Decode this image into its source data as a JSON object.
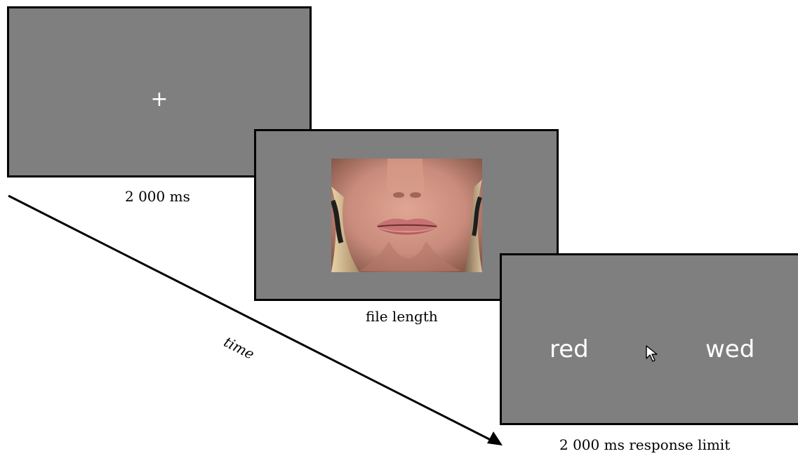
{
  "screens": {
    "fixation": {
      "symbol": "+",
      "duration_label": "2 000 ms"
    },
    "video": {
      "stimulus_icon": "talking-face-video",
      "duration_label": "file length"
    },
    "response": {
      "left_option": "red",
      "right_option": "wed",
      "pointer_icon": "mouse-pointer-icon",
      "duration_label": "2 000 ms response limit"
    }
  },
  "timeline": {
    "label": "time"
  },
  "colors": {
    "screen_background": "#7f7f7f",
    "screen_border": "#000000",
    "screen_text": "#ffffff"
  }
}
